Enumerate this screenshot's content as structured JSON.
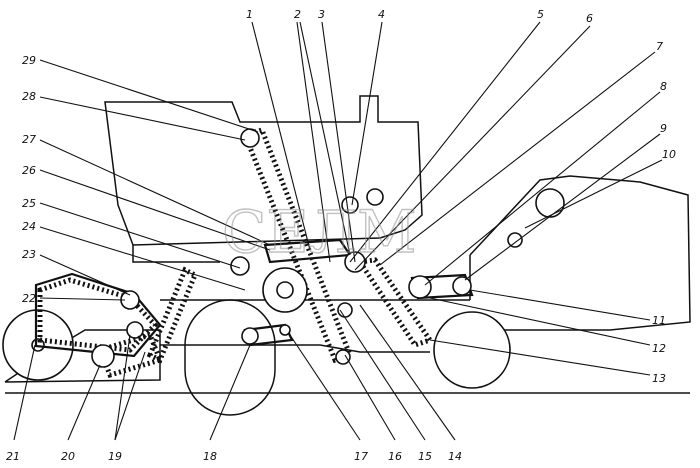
{
  "watermark": "СЕЛМ",
  "labels": [
    "1",
    "2",
    "3",
    "4",
    "5",
    "6",
    "7",
    "8",
    "9",
    "10",
    "11",
    "12",
    "13",
    "14",
    "15",
    "16",
    "17",
    "18",
    "19",
    "20",
    "21",
    "22",
    "23",
    "24",
    "25",
    "26",
    "27",
    "28",
    "29"
  ]
}
